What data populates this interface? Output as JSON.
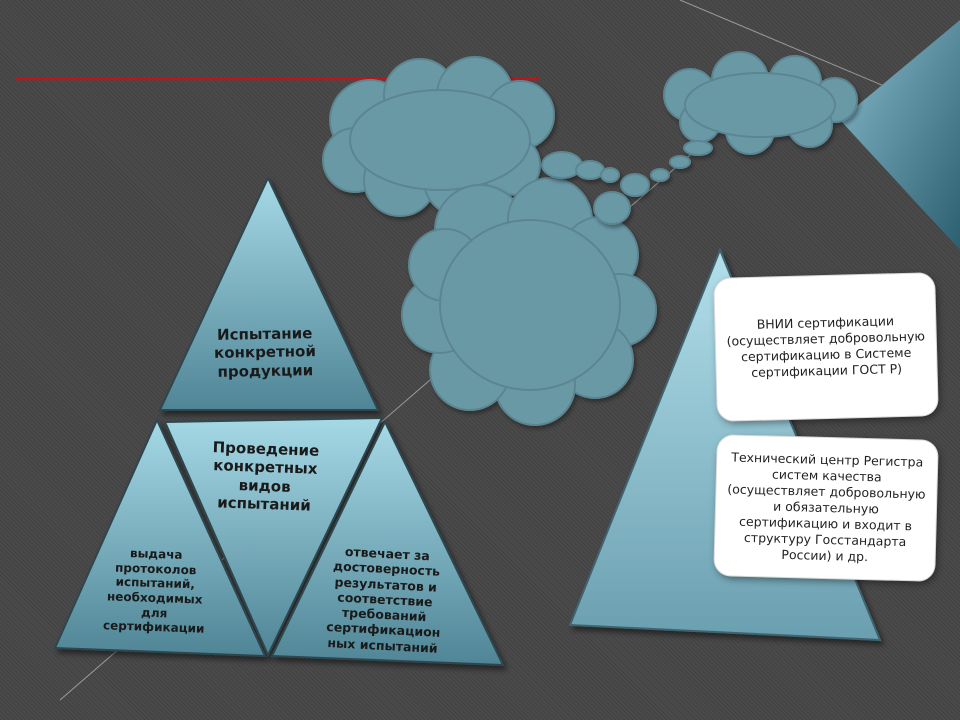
{
  "colors": {
    "background": "#4a4a4a",
    "accent_line": "#c0141a",
    "cloud_fill": "#6a99a6",
    "cloud_stroke": "#5b8592",
    "triangle_light": "#9ad0de",
    "triangle_dark": "#4f8596",
    "triangle_edge": "#2e4750",
    "corner_light": "#7fb4c4",
    "corner_dark": "#2c5f70"
  },
  "pyramid": {
    "top": [
      "Испытание",
      "конкретной",
      "продукции"
    ],
    "middle": [
      "Проведение",
      "конкретных",
      "видов",
      "испытаний"
    ],
    "left": [
      "выдача",
      "протоколов",
      "испытаний,",
      "необходимых",
      "для",
      "сертификации"
    ],
    "right": [
      "отвечает за",
      "достоверность",
      "результатов и",
      "соответствие",
      "требований",
      "сертификацион",
      "ных испытаний"
    ]
  },
  "right_panel": {
    "box1": [
      "ВНИИ сертификации",
      "(осуществляет добровольную",
      "сертификацию в Системе",
      "сертификации ГОСТ Р)"
    ],
    "box2": [
      "Технический центр Регистра",
      "систем качества",
      "(осуществляет добровольную",
      "и обязательную",
      "сертификацию и входит в",
      "структуру Госстандарта",
      "России) и др."
    ]
  }
}
